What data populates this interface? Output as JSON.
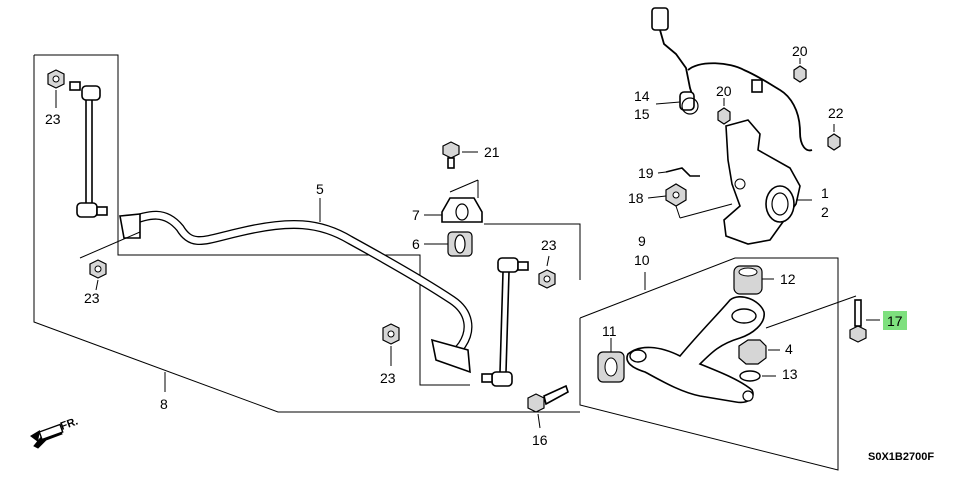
{
  "callouts": {
    "c1": "1",
    "c2": "2",
    "c4": "4",
    "c5": "5",
    "c6": "6",
    "c7": "7",
    "c8": "8",
    "c9": "9",
    "c10": "10",
    "c11": "11",
    "c12": "12",
    "c13": "13",
    "c14": "14",
    "c15": "15",
    "c16": "16",
    "c17": "17",
    "c18": "18",
    "c19": "19",
    "c20": "20",
    "c21": "21",
    "c22": "22",
    "c23": "23"
  },
  "front_marker": "FR.",
  "diagram_code": "S0X1B2700F",
  "highlight_color": "#7ee07e"
}
